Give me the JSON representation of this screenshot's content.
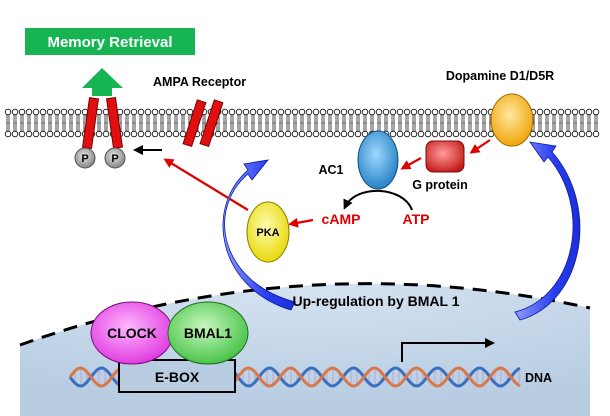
{
  "title": "Memory Retrieval",
  "labels": {
    "ampa_receptor": "AMPA Receptor",
    "dopamine_receptor": "Dopamine D1/D5R",
    "ac1": "AC1",
    "g_protein": "G protein",
    "camp": "cAMP",
    "atp": "ATP",
    "pka": "PKA",
    "phospho_1": "P",
    "phospho_2": "P",
    "upregulation": "Up-regulation by BMAL 1",
    "clock": "CLOCK",
    "bmal1": "BMAL1",
    "ebox": "E-BOX",
    "dna": "DNA"
  },
  "colors": {
    "banner": "#17b552",
    "up_arrow": "#17b552",
    "ampa": "#e01010",
    "ac1": "#3a9ad8",
    "g_protein": "#d42a2a",
    "dopamine": "#f5b014",
    "pka": "#f5e81a",
    "clock": "#ee44ee",
    "bmal1": "#5fd060",
    "nucleus": "#c8d8ea",
    "blue_arrow": "#1a2fe0",
    "red_arrow": "#e00000",
    "phospho": "#9a9a9a"
  }
}
